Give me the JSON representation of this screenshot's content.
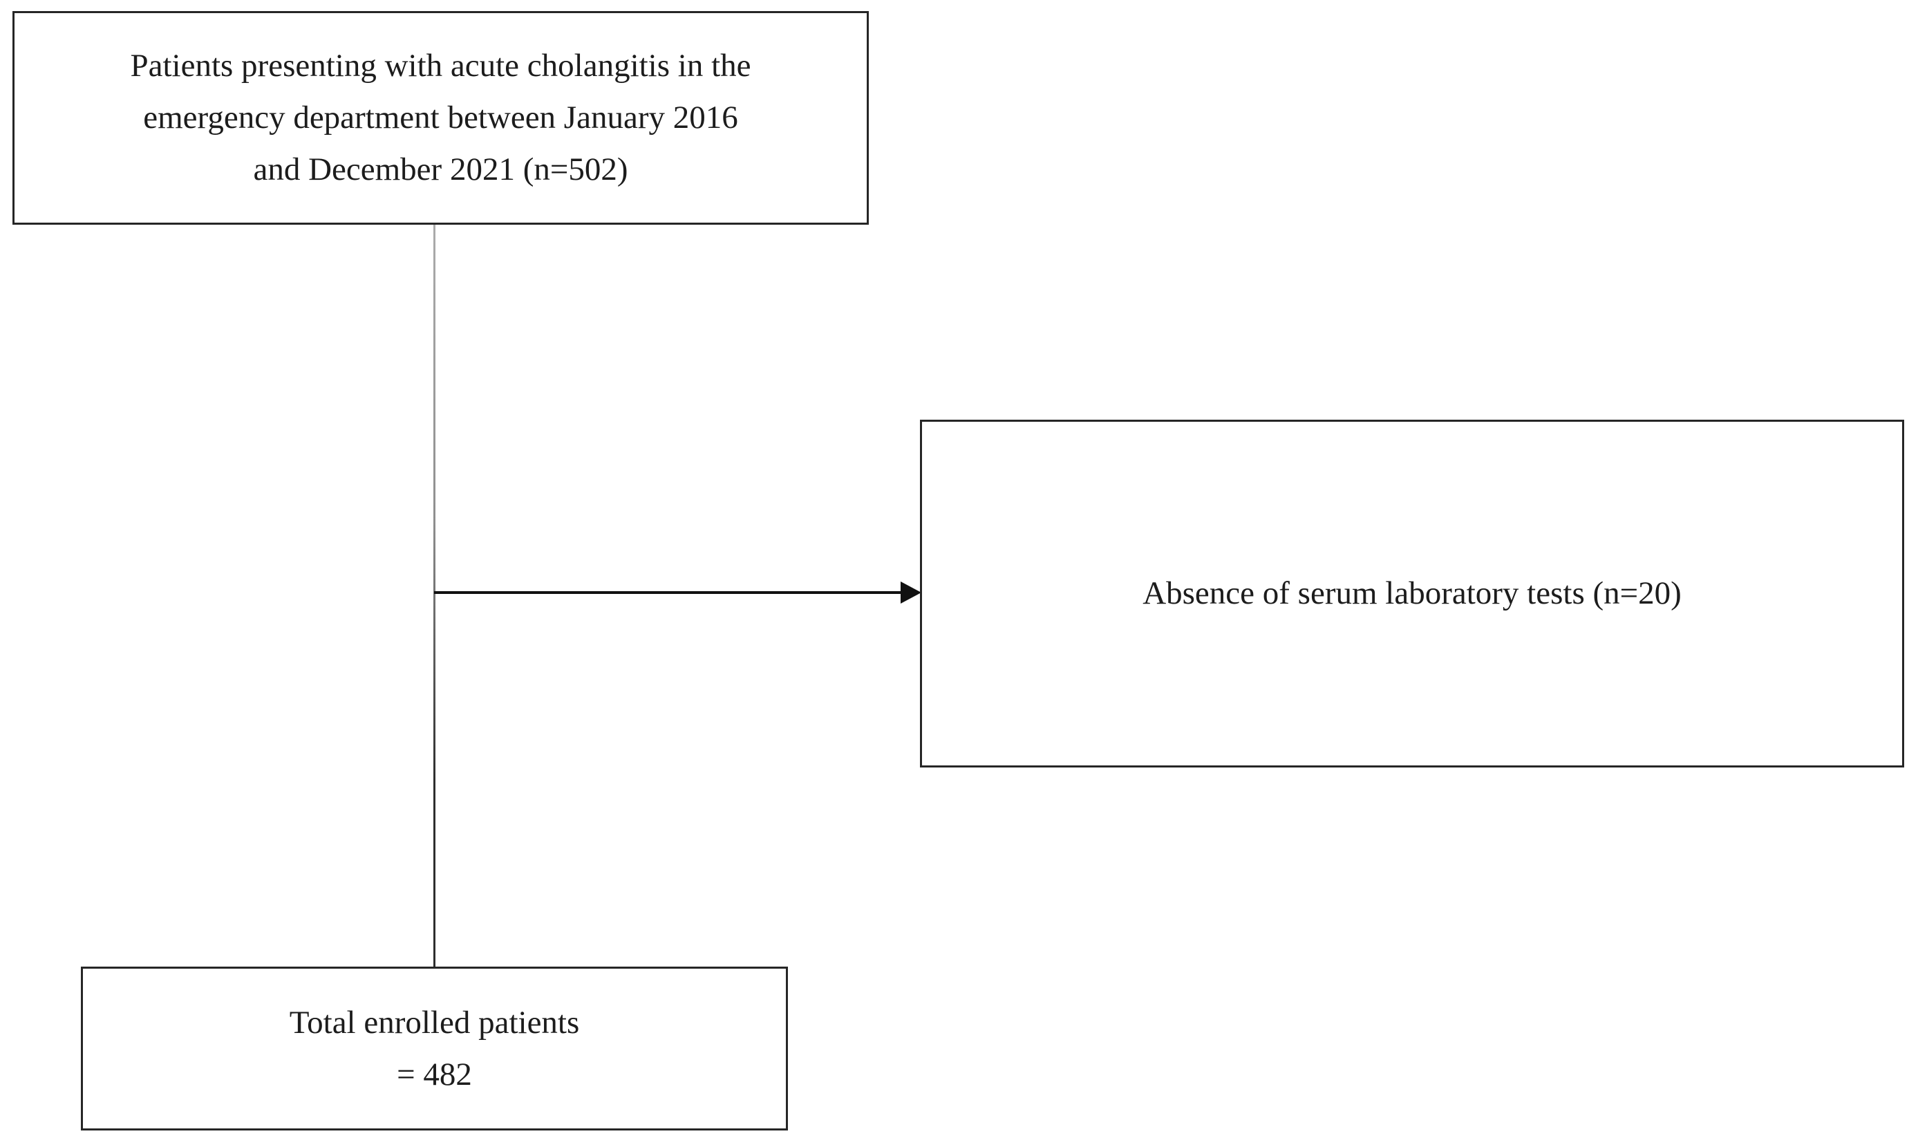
{
  "diagram": {
    "type": "flowchart",
    "nodes": {
      "source": {
        "line1": "Patients presenting with acute cholangitis in the",
        "line2": "emergency department between January 2016",
        "line3": "and December 2021 (n=502)",
        "count": 502
      },
      "excluded": {
        "label": "Absence of serum laboratory tests (n=20)",
        "count": 20
      },
      "enrolled": {
        "line1": "Total enrolled patients",
        "line2": "= 482",
        "count": 482
      }
    },
    "edges": [
      {
        "from": "source",
        "to": "enrolled",
        "style": "plain-vertical-line"
      },
      {
        "from": "source",
        "to": "excluded",
        "style": "horizontal-arrow"
      }
    ],
    "colors": {
      "background": "#ffffff",
      "box_border": "#262626",
      "text": "#1c1c1c",
      "connector_light": "#ababab",
      "connector_dark": "#2e2e2e",
      "arrow": "#111111"
    }
  }
}
